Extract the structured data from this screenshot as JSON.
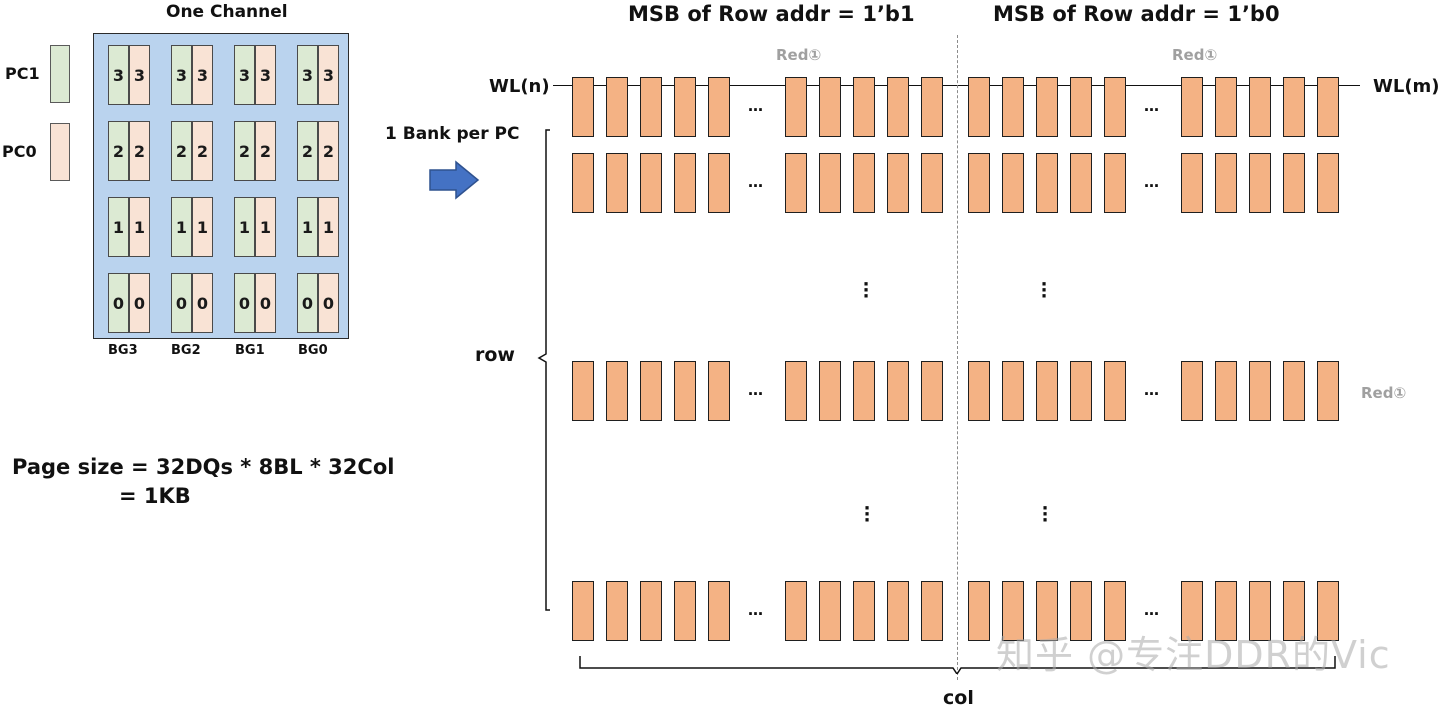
{
  "left_panel": {
    "title": "One Channel",
    "legend": [
      {
        "label": "PC1",
        "color": "#dcead3"
      },
      {
        "label": "PC0",
        "color": "#f9e3d5"
      }
    ],
    "bank_rows": [
      {
        "pc1": "3",
        "pc0": "3"
      },
      {
        "pc1": "2",
        "pc0": "2"
      },
      {
        "pc1": "1",
        "pc0": "1"
      },
      {
        "pc1": "0",
        "pc0": "0"
      }
    ],
    "bank_groups": [
      "BG3",
      "BG2",
      "BG1",
      "BG0"
    ],
    "page_size_line1": "Page size = 32DQs * 8BL * 32Col",
    "page_size_line2": "= 1KB"
  },
  "arrow_label": "1 Bank per PC",
  "right_panel": {
    "header_left": "MSB of Row addr = 1’b1",
    "header_right": "MSB of Row addr = 1’b0",
    "wl_left": "WL(n)",
    "wl_right": "WL(m)",
    "red_notes": [
      "Red①",
      "Red①",
      "Red①"
    ],
    "row_label": "row",
    "col_label": "col",
    "ellipsis": "…",
    "cell_color": "#f4b284"
  },
  "watermark": "知乎 @专注DDR的Vic"
}
